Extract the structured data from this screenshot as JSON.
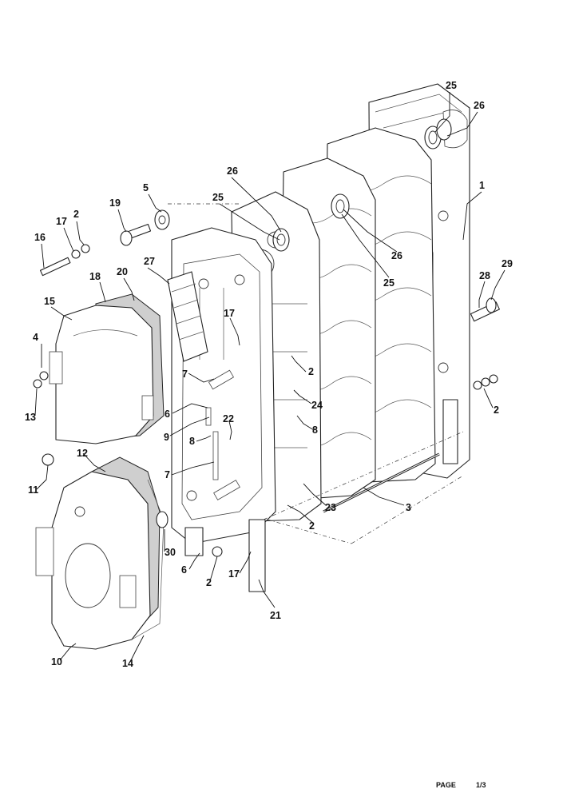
{
  "callouts": [
    {
      "id": "c25a",
      "text": "25"
    },
    {
      "id": "c26a",
      "text": "26"
    },
    {
      "id": "c1",
      "text": "1"
    },
    {
      "id": "c26b",
      "text": "26"
    },
    {
      "id": "c25b",
      "text": "25"
    },
    {
      "id": "c5",
      "text": "5"
    },
    {
      "id": "c19",
      "text": "19"
    },
    {
      "id": "c2a",
      "text": "2"
    },
    {
      "id": "c17a",
      "text": "17"
    },
    {
      "id": "c16",
      "text": "16"
    },
    {
      "id": "c27",
      "text": "27"
    },
    {
      "id": "c26c",
      "text": "26"
    },
    {
      "id": "c25c",
      "text": "25"
    },
    {
      "id": "c29",
      "text": "29"
    },
    {
      "id": "c28",
      "text": "28"
    },
    {
      "id": "c20",
      "text": "20"
    },
    {
      "id": "c18",
      "text": "18"
    },
    {
      "id": "c15",
      "text": "15"
    },
    {
      "id": "c17b",
      "text": "17"
    },
    {
      "id": "c4",
      "text": "4"
    },
    {
      "id": "c13",
      "text": "13"
    },
    {
      "id": "c7a",
      "text": "7"
    },
    {
      "id": "c2b",
      "text": "2"
    },
    {
      "id": "c24",
      "text": "24"
    },
    {
      "id": "c2c",
      "text": "2"
    },
    {
      "id": "c6a",
      "text": "6"
    },
    {
      "id": "c9",
      "text": "9"
    },
    {
      "id": "c22",
      "text": "22"
    },
    {
      "id": "c8a",
      "text": "8"
    },
    {
      "id": "c8b",
      "text": "8"
    },
    {
      "id": "c7b",
      "text": "7"
    },
    {
      "id": "c12",
      "text": "12"
    },
    {
      "id": "c11",
      "text": "11"
    },
    {
      "id": "c23",
      "text": "23"
    },
    {
      "id": "c3",
      "text": "3"
    },
    {
      "id": "c2d",
      "text": "2"
    },
    {
      "id": "c30",
      "text": "30"
    },
    {
      "id": "c6b",
      "text": "6"
    },
    {
      "id": "c2e",
      "text": "2"
    },
    {
      "id": "c17c",
      "text": "17"
    },
    {
      "id": "c21",
      "text": "21"
    },
    {
      "id": "c10",
      "text": "10"
    },
    {
      "id": "c14",
      "text": "14"
    }
  ],
  "footer": {
    "page_label": "PAGE",
    "page_number": "1/3"
  }
}
